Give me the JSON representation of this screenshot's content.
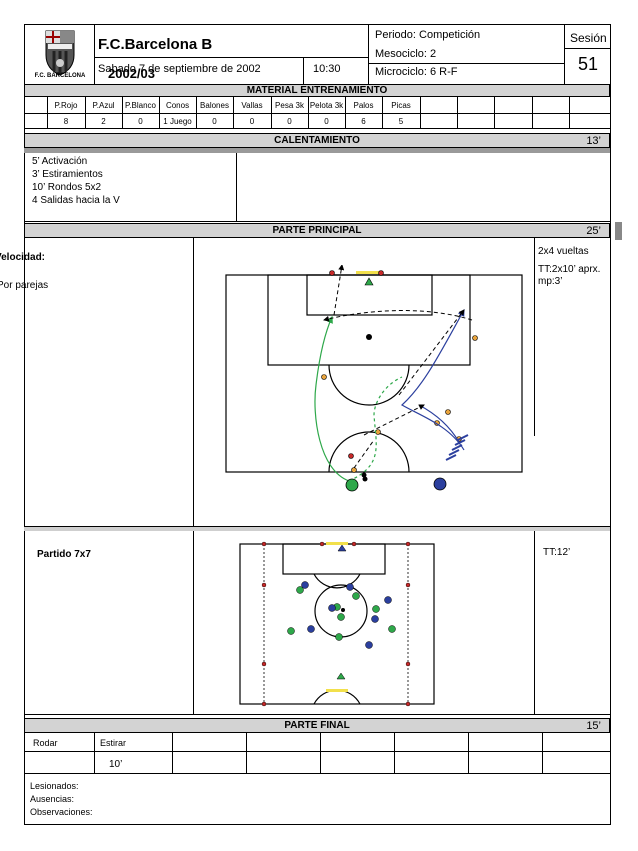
{
  "header": {
    "logo_text": "F.C. BARCELONA",
    "team": "F.C.Barcelona B",
    "season": "2002/03",
    "date": "Sabado 7 de septiembre de 2002",
    "time": "10:30",
    "period": "Periodo: Competición",
    "mesocycle": "Mesociclo: 2",
    "microcycle": "Microciclo: 6  R-F",
    "session_label": "Sesión",
    "session_number": "51"
  },
  "material": {
    "title": "MATERIAL ENTRENAMIENTO",
    "columns": [
      "P.Rojo",
      "P.Azul",
      "P.Blanco",
      "Conos",
      "Balones",
      "Vallas",
      "Pesa 3k",
      "Pelota 3k",
      "Palos",
      "Picas"
    ],
    "values": [
      "8",
      "2",
      "0",
      "1 Juego",
      "0",
      "0",
      "0",
      "0",
      "6",
      "5"
    ]
  },
  "warmup": {
    "title": "CALENTAMIENTO",
    "duration": "13’",
    "items": [
      "5’ Activación",
      "3’ Estiramientos",
      "10’ Rondos 5x2",
      "4 Salidas hacia la V"
    ]
  },
  "main": {
    "title": "PARTE  PRINCIPAL",
    "duration": "25’",
    "exercise1": {
      "name": "Velocidad:",
      "detail": "Por parejas",
      "notes": [
        "2x4 vueltas",
        "TT:2x10’ aprx.",
        "mp:3’"
      ]
    },
    "exercise2": {
      "name": "Partido 7x7",
      "notes": [
        "TT:12’"
      ]
    }
  },
  "final": {
    "title": "PARTE  FINAL",
    "duration": "15’",
    "items": [
      "Rodar",
      "Estirar"
    ],
    "values": [
      "",
      "10’"
    ]
  },
  "footer": {
    "injured": "Lesionados:",
    "absences": "Ausencias:",
    "observations": "Observaciones:"
  },
  "colors": {
    "green_player": "#2ea84a",
    "blue_player": "#2b3f9e",
    "cone_orange": "#e8a33c",
    "cone_red": "#c62828",
    "goal_yellow": "#f2e04b"
  }
}
